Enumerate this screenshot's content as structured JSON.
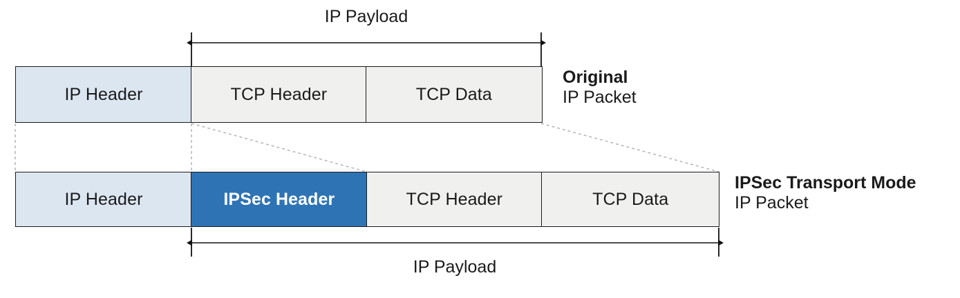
{
  "diagram": {
    "title_semantics": "IPSec Transport Mode packet structure comparison",
    "colors": {
      "ip_header_fill": "#dce6f1",
      "generic_fill": "#f0f0ef",
      "ipsec_fill": "#2e74b5",
      "ipsec_text": "#ffffff",
      "outline": "#1a1a1a",
      "connector": "#b0b0b0"
    },
    "rows": [
      {
        "id": "original",
        "side_label_bold": "Original",
        "side_label_plain": "IP Packet",
        "dimension_label": "IP Payload",
        "dimension_position": "above",
        "fields": [
          {
            "label": "IP Header",
            "style": "blue-light"
          },
          {
            "label": "TCP Header",
            "style": "grey"
          },
          {
            "label": "TCP Data",
            "style": "grey"
          }
        ]
      },
      {
        "id": "ipsec-transport",
        "side_label_bold": "IPSec Transport Mode",
        "side_label_plain": "IP Packet",
        "dimension_label": "IP Payload",
        "dimension_position": "below",
        "fields": [
          {
            "label": "IP Header",
            "style": "blue-light"
          },
          {
            "label": "IPSec Header",
            "style": "blue-solid"
          },
          {
            "label": "TCP Header",
            "style": "grey"
          },
          {
            "label": "TCP Data",
            "style": "grey"
          }
        ]
      }
    ]
  }
}
